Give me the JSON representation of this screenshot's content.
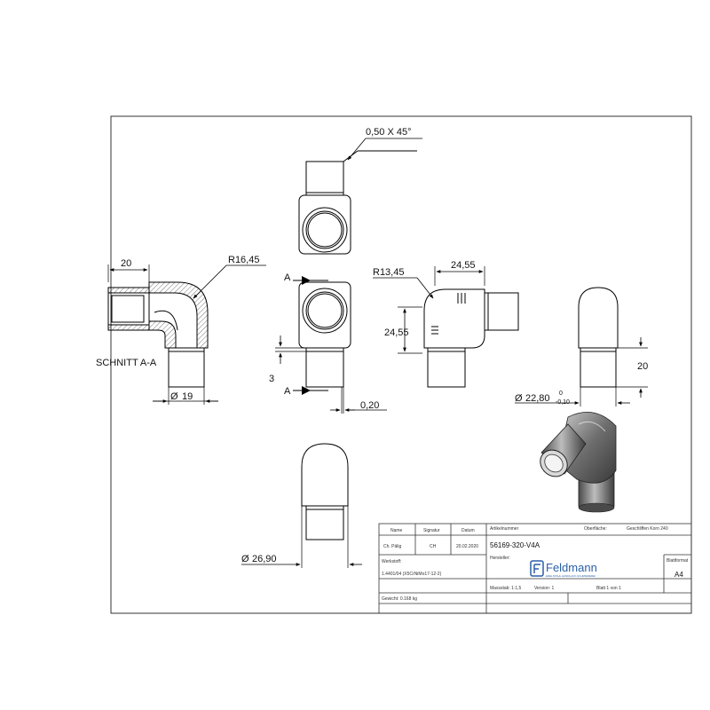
{
  "dimensions": {
    "chamfer": "0,50 X 45°",
    "radius_section": "R16,45",
    "len_20_section": "20",
    "section_label": "SCHNITT A-A",
    "dia_19": "19",
    "section_mark_top": "A",
    "section_mark_bottom": "A",
    "dim_3": "3",
    "dim_020": "0,20",
    "radius_side": "R13,45",
    "len_2455_h": "24,55",
    "len_2455_v": "24,55",
    "len_20_right": "20",
    "dia_2280": "22,80",
    "tol_upper": "0",
    "tol_lower": "-0,10",
    "dia_2690": "26,90",
    "diameter_symbol": "Ø"
  },
  "title_block": {
    "col_name": "Name",
    "col_signatur": "Signatur",
    "col_datum": "Datum",
    "drawn_name": "Ch. Pälig",
    "drawn_sig": "CH",
    "drawn_date": "20.02.2020",
    "article_label": "Artikelnummer",
    "article_number": "56169-320-V4A",
    "surface_label": "Oberfläche:",
    "surface_value": "Geschliffen Korn 240",
    "werkstoff_label": "Werkstoff:",
    "werkstoff_value": "1.4401/04 (X5CrNiMo17-12-2)",
    "hersteller_label": "Hersteller:",
    "brand": "Feldmann",
    "brand_tagline": "EDELSTAHL HANDLAUF-SCHMIEDEREI",
    "blattformat_label": "Blattformat",
    "blattformat_value": "A4",
    "weight": "Gewicht: 0.168 kg",
    "massstab": "Massstab: 1:1,5",
    "version": "Version: 1",
    "blatt": "Blatt 1 von 1"
  }
}
